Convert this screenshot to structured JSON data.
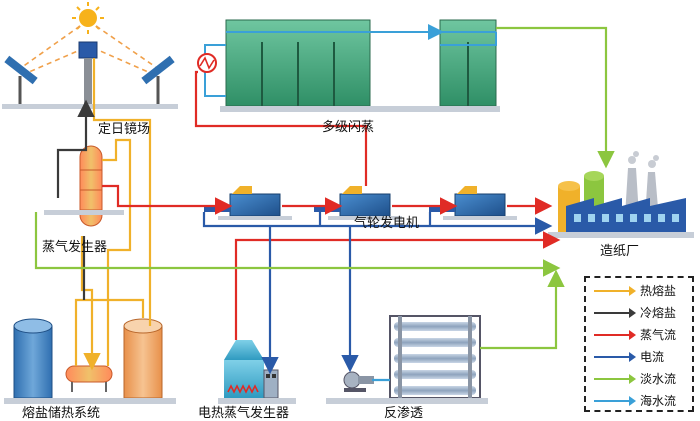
{
  "labels": {
    "mirror_field": "定日镜场",
    "steam_generator": "蒸气发生器",
    "msf": "多级闪蒸",
    "turbine": "气轮发电机",
    "paper_mill": "造纸厂",
    "storage": "熔盐储热系统",
    "electric_boiler": "电热蒸气发生器",
    "ro": "反渗透"
  },
  "legend": [
    {
      "label": "热熔盐",
      "color": "#f0b12a"
    },
    {
      "label": "冷熔盐",
      "color": "#3a3a3a"
    },
    {
      "label": "蒸气流",
      "color": "#e02b25"
    },
    {
      "label": "电流",
      "color": "#2a5aa8"
    },
    {
      "label": "淡水流",
      "color": "#8cc63f"
    },
    {
      "label": "海水流",
      "color": "#3aa0d8"
    }
  ],
  "colors": {
    "hot_salt": "#f0b12a",
    "cold_salt": "#3a3a3a",
    "steam": "#e02b25",
    "power": "#2a5aa8",
    "fresh_water": "#8cc63f",
    "sea_water": "#3aa0d8"
  },
  "icons": [
    "sun-icon",
    "heliostat-icon",
    "tower-icon",
    "steam-generator-icon",
    "turbine-icon",
    "flash-tank-icon",
    "heat-exchanger-icon",
    "factory-icon",
    "salt-tank-icon",
    "boiler-icon",
    "ro-membrane-icon",
    "pump-icon"
  ]
}
